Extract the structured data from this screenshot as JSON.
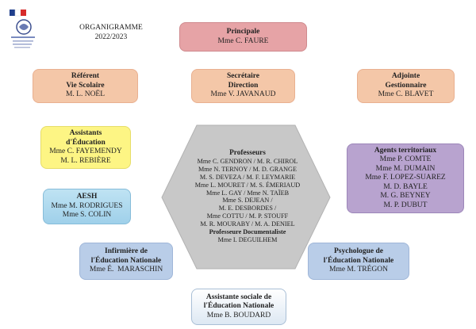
{
  "header": {
    "title_line1": "ORGANIGRAMME",
    "title_line2": "2022/2023"
  },
  "principale": {
    "title": "Principale",
    "name": "Mme C. FAURE"
  },
  "referent": {
    "title_line1": "Référent",
    "title_line2": "Vie Scolaire",
    "name": "M. L. NOËL"
  },
  "secretaire": {
    "title_line1": "Secrétaire",
    "title_line2": "Direction",
    "name": "Mme V. JAVANAUD"
  },
  "adjointe": {
    "title_line1": "Adjointe",
    "title_line2": "Gestionnaire",
    "name": "Mme C. BLAVET"
  },
  "assistants": {
    "title_line1": "Assistants",
    "title_line2": "d'Éducation",
    "names": [
      "Mme C. FAYEMENDY",
      "M. L. REBIÈRE"
    ]
  },
  "aesh": {
    "title": "AESH",
    "names": [
      "Mme M. RODRIGUES",
      "Mme S. COLIN"
    ]
  },
  "professeurs": {
    "title": "Professeurs",
    "names": [
      "Mme C. GENDRON / M. R. CHIROL",
      "Mme N. TERNOY / M. D. GRANGE",
      "M. S. DEVEZA / M. F. LEYMARIE",
      "Mme L. MOURET / M. S. ÉMERIAUD",
      "Mme L. GAY / Mme N. TAÏEB",
      "Mme S. DEJEAN /",
      "M. E. DESBORDES /",
      "Mme COTTU / M. P. STOUFF",
      "M. R. MOURABY / M. A. DENIEL"
    ],
    "subtitle": "Professeure Documentaliste",
    "doc_name": "Mme I. DEGUILHEM"
  },
  "agents": {
    "title": "Agents territoriaux",
    "names": [
      "Mme P. COMTE",
      "Mme M. DUMAIN",
      "Mme F. LOPEZ-SUAREZ",
      "M. D. BAYLE",
      "M. G. BEYNEY",
      "M. P. DUBUT"
    ]
  },
  "infirmiere": {
    "title_line1": "Infirmière de",
    "title_line2": "l'Éducation Nationale",
    "name": "Mme É.  MARASCHIN"
  },
  "psychologue": {
    "title_line1": "Psychologue de",
    "title_line2": "l'Éducation Nationale",
    "name": "Mme M. TRÉGON"
  },
  "assistante": {
    "title_line1": "Assistante sociale de",
    "title_line2": "l'Éducation Nationale",
    "name": "Mme B. BOUDARD"
  },
  "colors": {
    "principale": "#e6a3a6",
    "staff": "#f4c7a8",
    "assistants": "#fdf584",
    "aesh": "#bfe3f3",
    "hexagon": "#c8c8c8",
    "agents": "#b8a3cf",
    "services": "#b9cde8"
  }
}
